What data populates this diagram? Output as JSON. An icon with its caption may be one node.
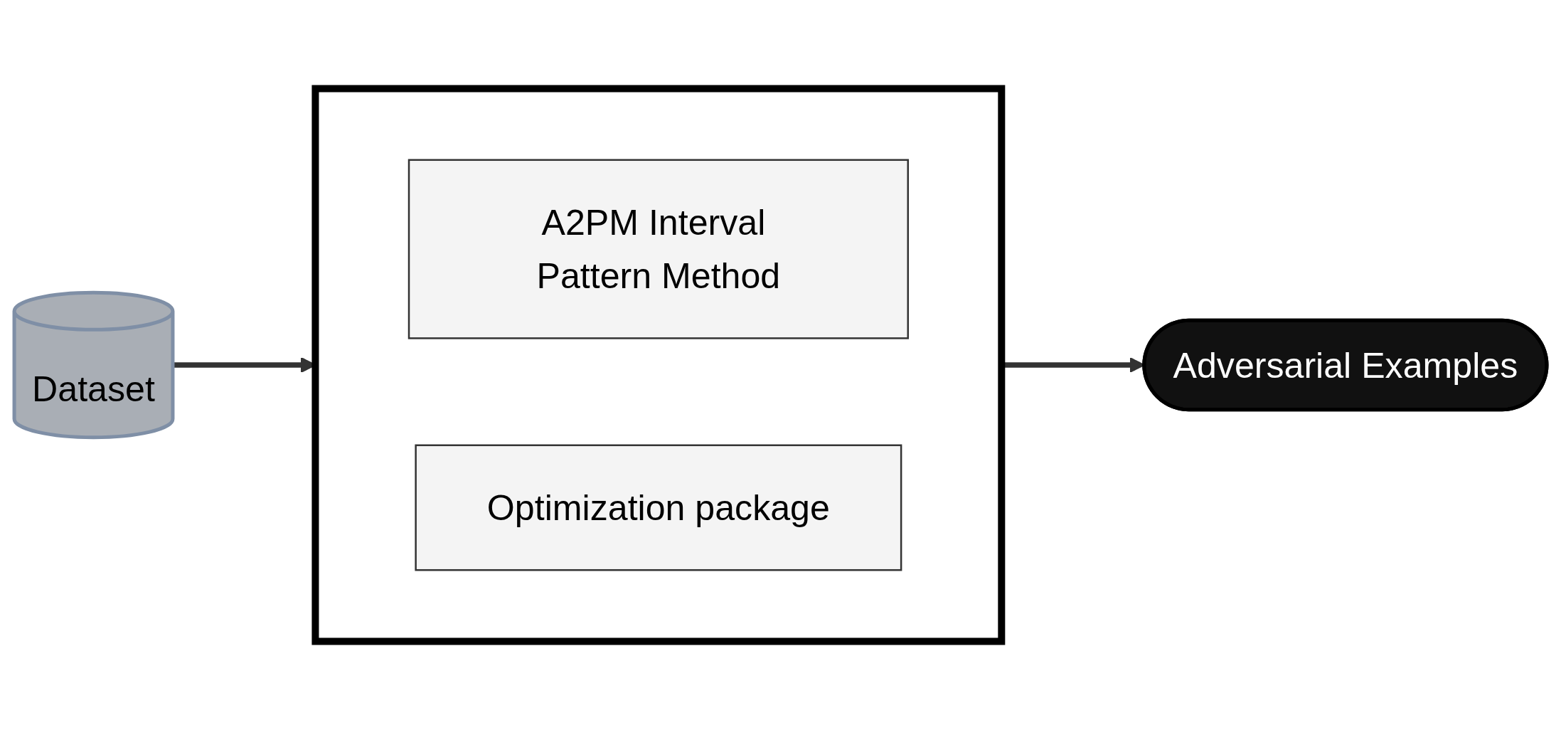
{
  "diagram": {
    "nodes": [
      {
        "text": [
          "Dataset"
        ]
      },
      {
        "text": [],
        "shape": "box"
      },
      {
        "text": [
          "A2PM Interval Pattern Method"
        ],
        "in": 1
      },
      {
        "text": [
          "Optimization package"
        ],
        "in": 1
      },
      {
        "text": [
          "Adversarial Examples"
        ]
      }
    ],
    "edges": [
      {
        "from": 0,
        "to": 1,
        "arrow": "to"
      },
      {
        "from": 1,
        "to": 4,
        "arrow": "to"
      }
    ]
  }
}
